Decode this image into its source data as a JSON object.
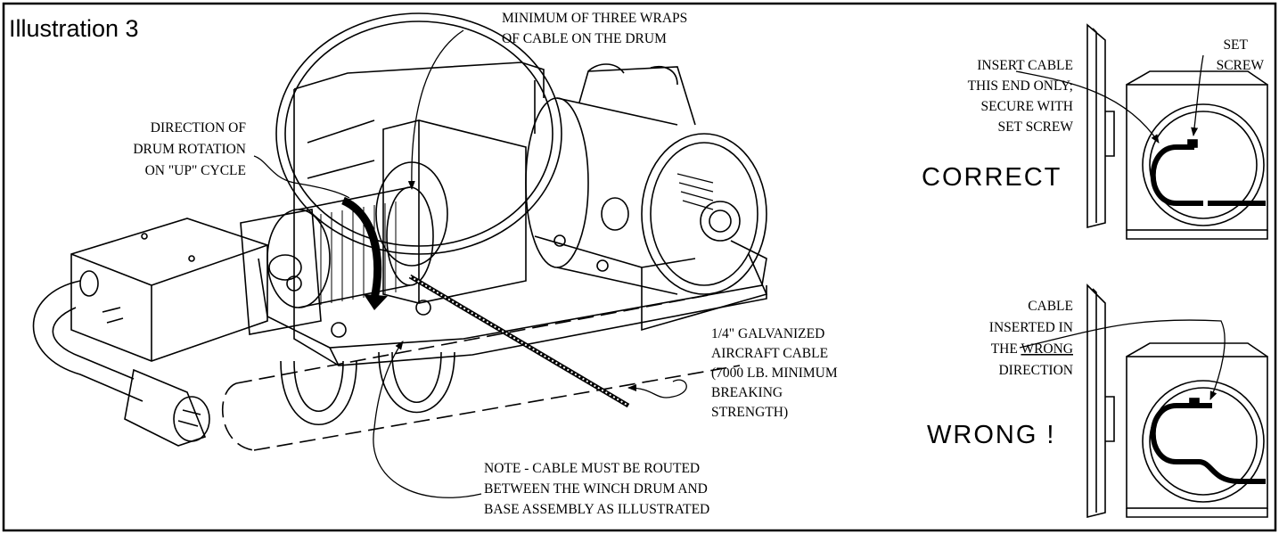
{
  "title": "Illustration 3",
  "callouts": {
    "wraps": [
      "MINIMUM OF THREE WRAPS",
      "OF CABLE ON THE DRUM"
    ],
    "rotation": [
      "DIRECTION OF",
      "DRUM ROTATION",
      "ON \"UP\" CYCLE"
    ],
    "cable": [
      "1/4\" GALVANIZED",
      "AIRCRAFT CABLE",
      "(7000 LB. MINIMUM",
      "BREAKING",
      "STRENGTH)"
    ],
    "note": [
      "NOTE - CABLE MUST BE ROUTED",
      "BETWEEN THE WINCH DRUM AND",
      "BASE ASSEMBLY AS ILLUSTRATED"
    ],
    "insert": [
      "INSERT CABLE",
      "THIS END ONLY;",
      "SECURE WITH",
      "SET SCREW"
    ],
    "set_screw": [
      "SET",
      "SCREW"
    ],
    "wrong_dir": {
      "l1": "CABLE",
      "l2": "INSERTED IN",
      "l3_pre": "THE ",
      "l3_u": "WRONG",
      "l4": "DIRECTION"
    }
  },
  "labels": {
    "correct": "CORRECT",
    "wrong": "WRONG !"
  }
}
